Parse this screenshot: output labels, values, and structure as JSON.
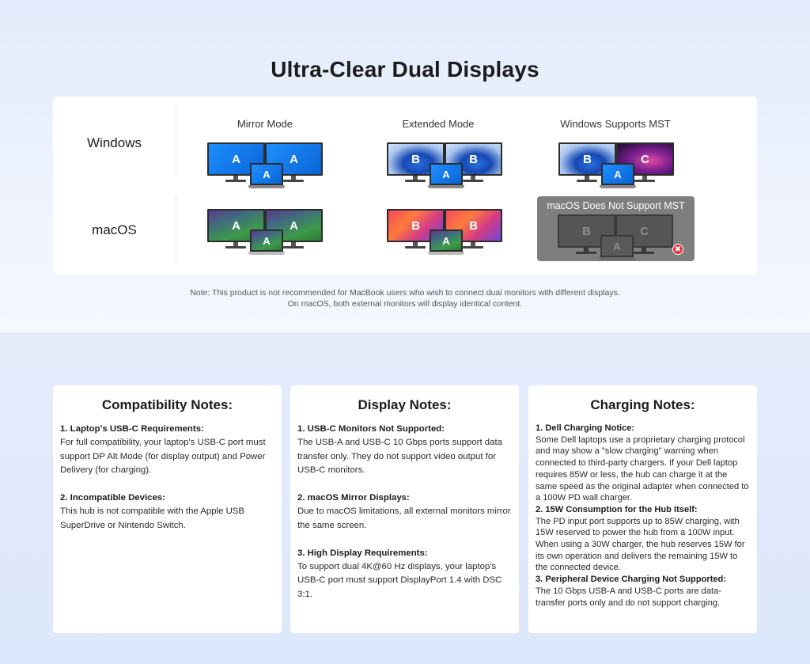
{
  "title": "Ultra-Clear Dual Displays",
  "displays": {
    "rows": [
      "Windows",
      "macOS"
    ],
    "columns": [
      "Mirror Mode",
      "Extended Mode",
      "Windows Supports MST"
    ],
    "windows": {
      "mirror": {
        "left": "A",
        "right": "A",
        "laptop": "A"
      },
      "extended": {
        "left": "B",
        "right": "B",
        "laptop": "A"
      },
      "mst": {
        "left": "B",
        "right": "C",
        "laptop": "A"
      }
    },
    "macos": {
      "mirror": {
        "left": "A",
        "right": "A",
        "laptop": "A"
      },
      "extended": {
        "left": "B",
        "right": "B",
        "laptop": "A"
      },
      "mst": {
        "label": "macOS Does Not Support MST",
        "left": "B",
        "right": "C",
        "laptop": "A",
        "badge": "✖"
      }
    }
  },
  "note": {
    "line1": "Note: This product is not recommended for MacBook users who wish to connect dual monitors with different displays.",
    "line2": "On macOS, both external monitors will display identical content."
  },
  "compatibility": {
    "title": "Compatibility Notes:",
    "items": [
      {
        "title": "1. Laptop's USB-C Requirements:",
        "text": "For full compatibility, your laptop's USB-C port must support DP Alt Mode (for display output) and Power Delivery (for charging)."
      },
      {
        "title": "2. Incompatible Devices:",
        "text": "This hub is not compatible with the Apple USB SuperDrive or Nintendo Switch."
      }
    ]
  },
  "display_notes": {
    "title": "Display Notes:",
    "items": [
      {
        "title": "1. USB-C Monitors Not Supported:",
        "text": "The USB-A and USB-C 10 Gbps ports support data transfer only. They do not support video output for USB-C monitors."
      },
      {
        "title": "2. macOS Mirror Displays:",
        "text": "Due to macOS limitations, all external monitors mirror the same screen."
      },
      {
        "title": "3. High Display Requirements:",
        "text": "To support dual 4K@60 Hz displays, your laptop's USB-C port must support DisplayPort 1.4 with DSC 3:1."
      }
    ]
  },
  "charging": {
    "title": "Charging Notes:",
    "items": [
      {
        "title": "1. Dell Charging Notice:",
        "text": "Some Dell laptops use a proprietary charging protocol and may show a \"slow charging\" warning when connected to third-party chargers. If your Dell laptop requires 85W or less, the hub can charge it at the same speed as the original adapter when connected to a 100W PD wall charger."
      },
      {
        "title": "2. 15W Consumption for the Hub Itself:",
        "text": "The PD input port supports up to 85W charging, with 15W reserved to power the hub from a 100W input. When using a 30W charger, the hub reserves 15W for its own operation and delivers the remaining 15W to the connected device."
      },
      {
        "title": "3. Peripheral Device Charging Not Supported:",
        "text": "The 10 Gbps USB-A and USB-C ports are data-transfer ports only and do not support charging."
      }
    ]
  }
}
